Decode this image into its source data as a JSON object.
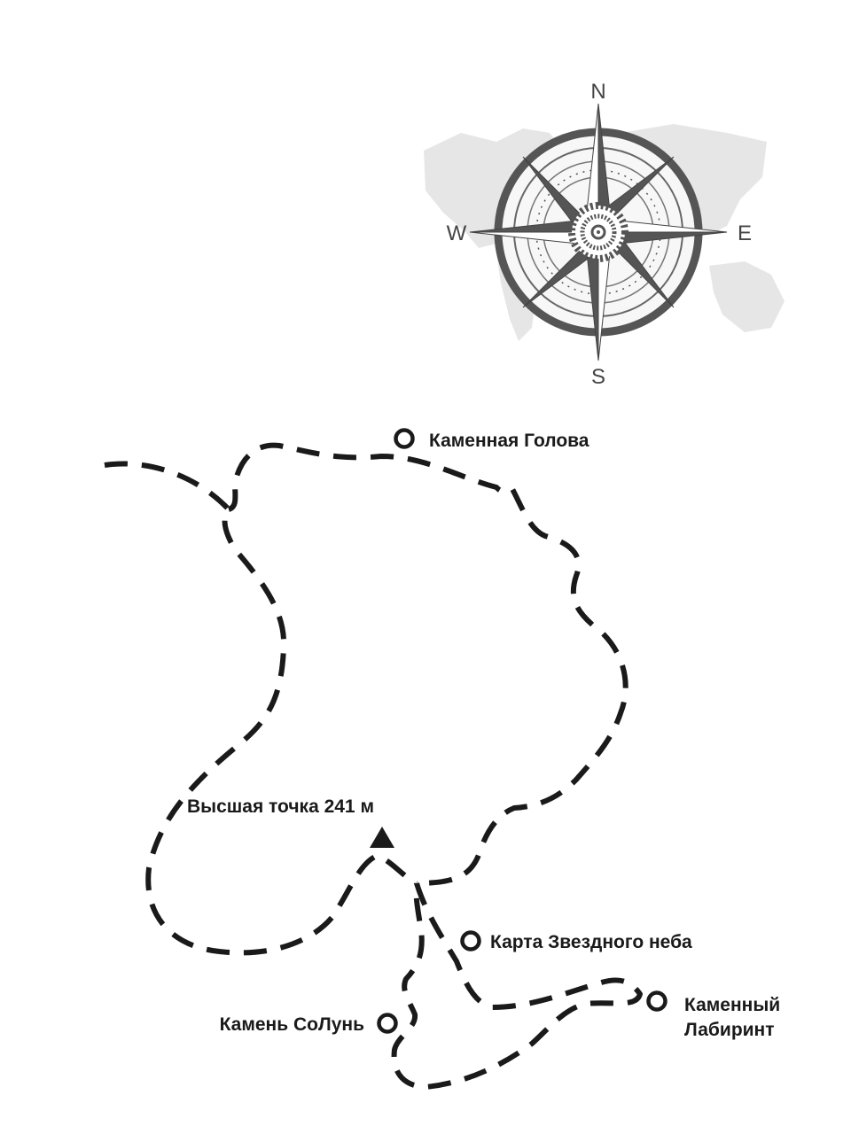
{
  "compass": {
    "north": "N",
    "south": "S",
    "east": "E",
    "west": "W"
  },
  "points": {
    "stone_head": "Каменная Голова",
    "highest_point": "Высшая точка 241 м",
    "star_map": "Карта Звездного неба",
    "stone_labyrinth_line1": "Каменный",
    "stone_labyrinth_line2": "Лабиринт",
    "solun_stone": "Камень СоЛунь"
  },
  "colors": {
    "trail": "#1a1a1a",
    "compass": "#555555",
    "world_map": "#e6e6e6"
  }
}
